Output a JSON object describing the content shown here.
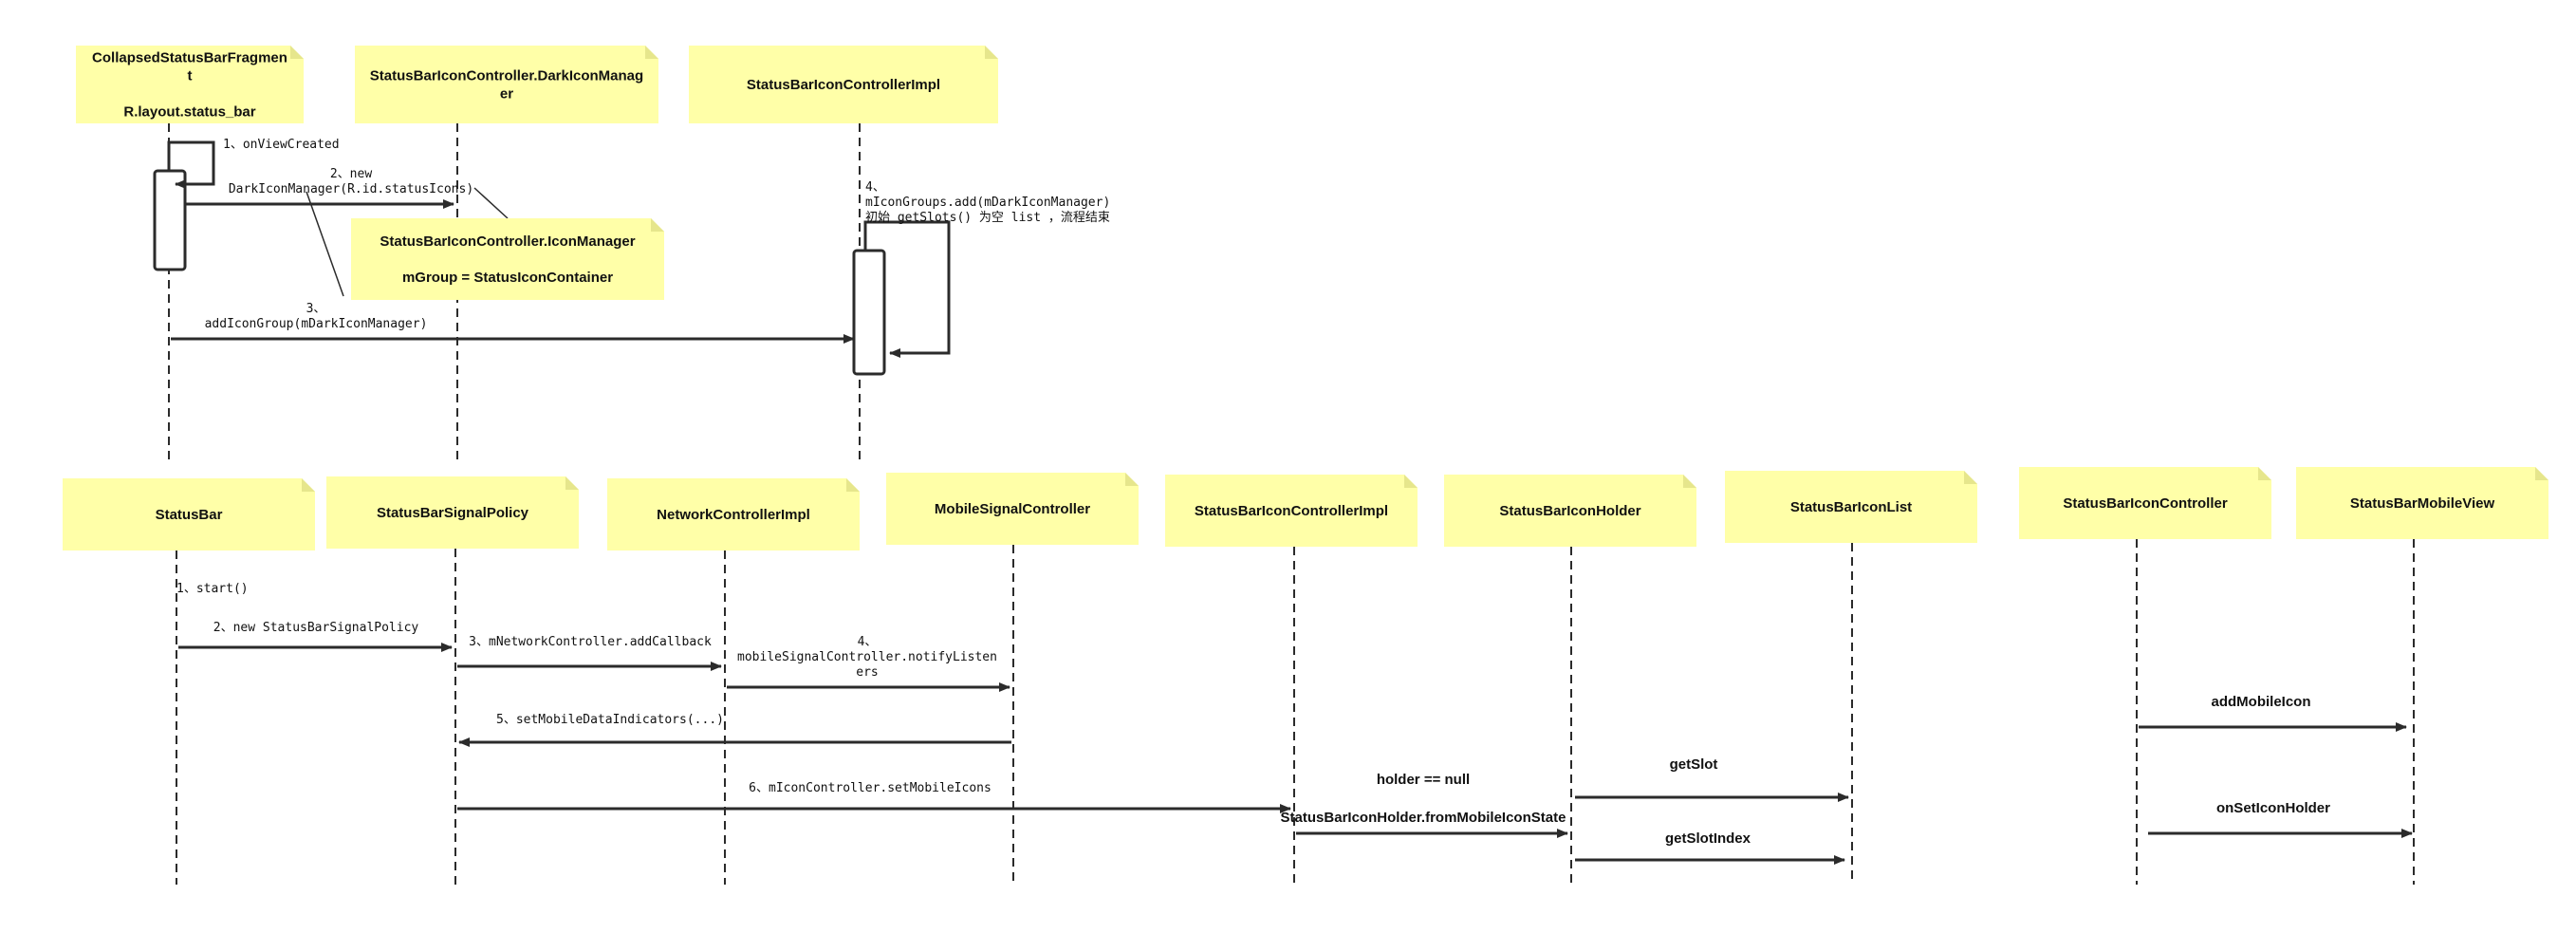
{
  "colors": {
    "note_fill": "#ffffa8",
    "note_fold": "#e6e68c",
    "line": "#2b2b2b",
    "text": "#111111",
    "background": "#ffffff"
  },
  "diagram1": {
    "participants": [
      {
        "id": "csbf",
        "lines": [
          "CollapsedStatusBarFragmen",
          "t",
          "",
          "R.layout.status_bar"
        ]
      },
      {
        "id": "dark",
        "lines": [
          "StatusBarIconController.DarkIconManag",
          "er"
        ]
      },
      {
        "id": "impl1",
        "lines": [
          "StatusBarIconControllerImpl"
        ]
      }
    ],
    "note_icon_manager": {
      "lines": [
        "StatusBarIconController.IconManager",
        "",
        "mGroup = StatusIconContainer"
      ]
    },
    "messages": [
      {
        "id": "m1",
        "lines": [
          "1、onViewCreated"
        ]
      },
      {
        "id": "m2",
        "lines": [
          "2、new",
          "DarkIconManager(R.id.statusIcons)"
        ]
      },
      {
        "id": "m3",
        "lines": [
          "3、",
          "addIconGroup(mDarkIconManager)"
        ]
      },
      {
        "id": "m4",
        "lines": [
          "4、",
          "mIconGroups.add(mDarkIconManager)",
          "初始 getSlots() 为空 list ，流程结束"
        ]
      }
    ]
  },
  "diagram2": {
    "participants": [
      {
        "id": "sb",
        "lines": [
          "StatusBar"
        ]
      },
      {
        "id": "sbsp",
        "lines": [
          "StatusBarSignalPolicy"
        ]
      },
      {
        "id": "nci",
        "lines": [
          "NetworkControllerImpl"
        ]
      },
      {
        "id": "msc",
        "lines": [
          "MobileSignalController"
        ]
      },
      {
        "id": "sbici",
        "lines": [
          "StatusBarIconControllerImpl"
        ]
      },
      {
        "id": "sbih",
        "lines": [
          "StatusBarIconHolder"
        ]
      },
      {
        "id": "sbil",
        "lines": [
          "StatusBarIconList"
        ]
      },
      {
        "id": "sbic",
        "lines": [
          "StatusBarIconController"
        ]
      },
      {
        "id": "sbmv",
        "lines": [
          "StatusBarMobileView"
        ]
      }
    ],
    "messages": [
      {
        "id": "n1",
        "lines": [
          "1、start()"
        ]
      },
      {
        "id": "n2",
        "lines": [
          "2、new StatusBarSignalPolicy"
        ]
      },
      {
        "id": "n3",
        "lines": [
          "3、mNetworkController.addCallback"
        ]
      },
      {
        "id": "n4",
        "lines": [
          "4、",
          "mobileSignalController.notifyListen",
          "ers"
        ]
      },
      {
        "id": "n5",
        "lines": [
          "5、setMobileDataIndicators(...)"
        ]
      },
      {
        "id": "n6",
        "lines": [
          "6、mIconController.setMobileIcons"
        ]
      },
      {
        "id": "n7",
        "lines": [
          "holder == null",
          "",
          "StatusBarIconHolder.fromMobileIconState"
        ]
      },
      {
        "id": "n8",
        "lines": [
          "getSlot"
        ]
      },
      {
        "id": "n9",
        "lines": [
          "getSlotIndex"
        ]
      },
      {
        "id": "n10",
        "lines": [
          "addMobileIcon"
        ]
      },
      {
        "id": "n11",
        "lines": [
          "onSetIconHolder"
        ]
      }
    ]
  }
}
